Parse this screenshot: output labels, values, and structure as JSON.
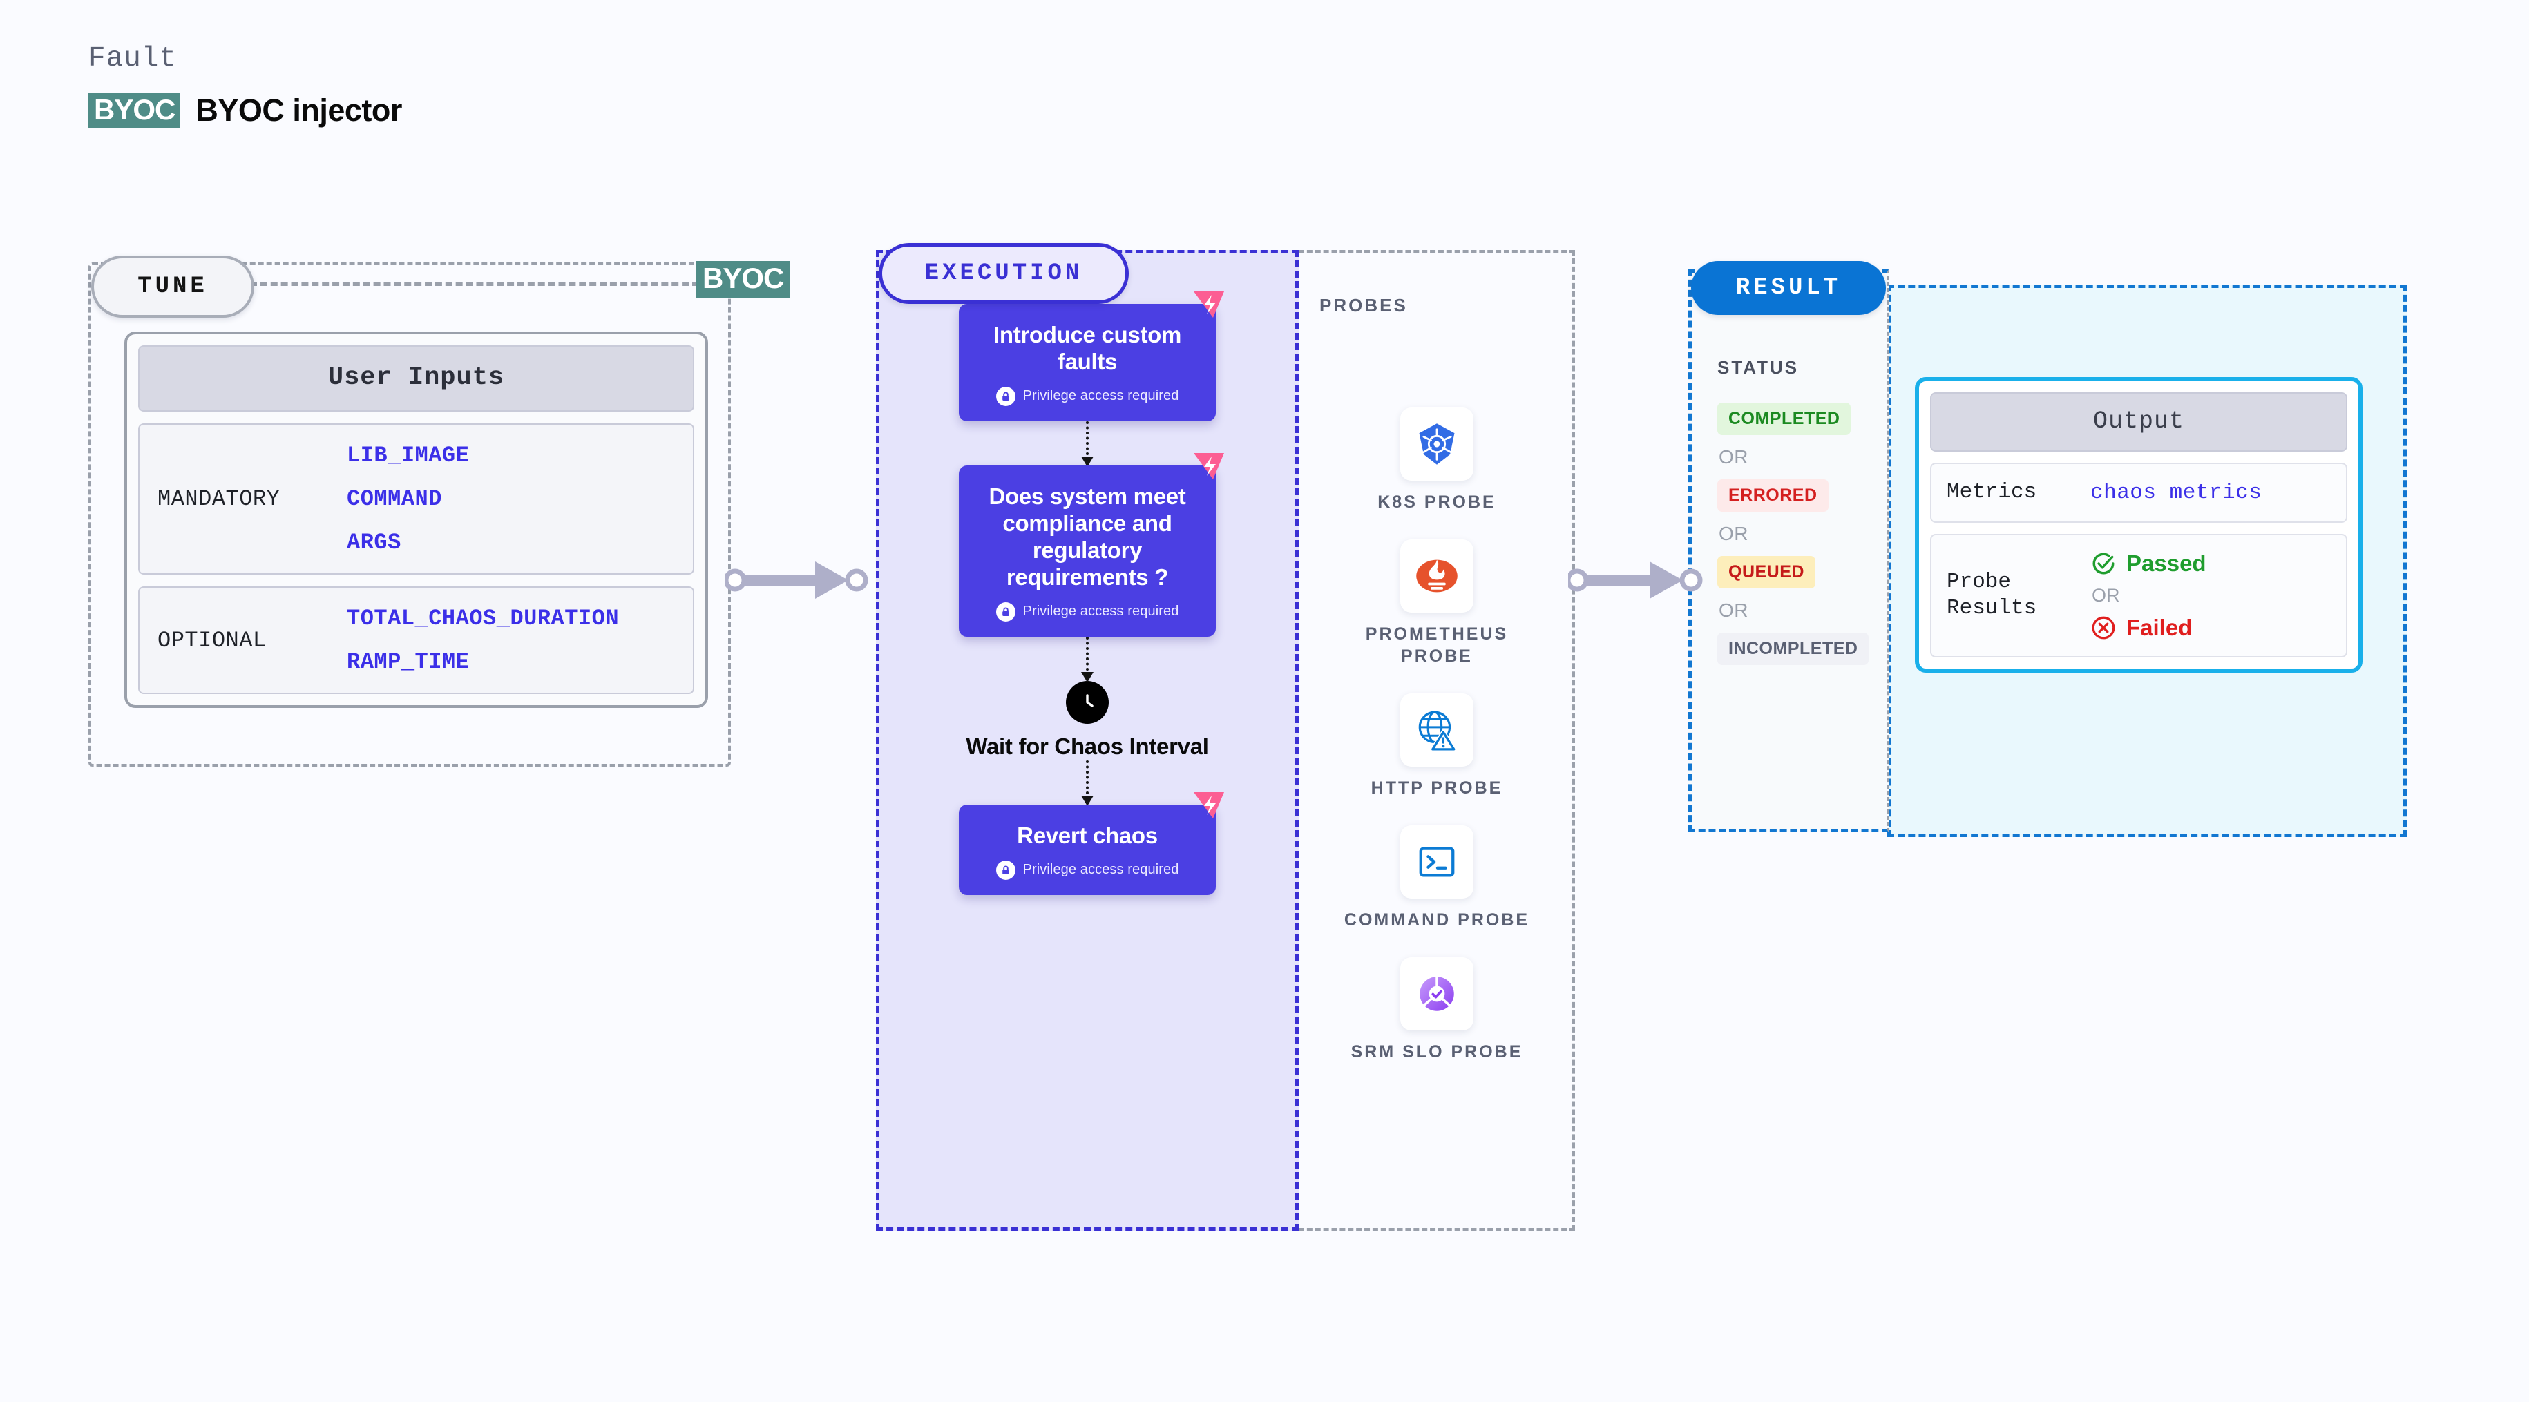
{
  "header": {
    "eyebrow": "Fault",
    "badge": "BYOC",
    "title": "BYOC injector"
  },
  "tune": {
    "pill_label": "TUNE",
    "edge_badge": "BYOC",
    "card_title": "User Inputs",
    "groups": [
      {
        "label": "MANDATORY",
        "vars": [
          "LIB_IMAGE",
          "COMMAND",
          "ARGS"
        ]
      },
      {
        "label": "OPTIONAL",
        "vars": [
          "TOTAL_CHAOS_DURATION",
          "RAMP_TIME"
        ]
      }
    ]
  },
  "execution": {
    "pill_label": "EXECUTION",
    "privilege_note": "Privilege access required",
    "nodes": [
      {
        "title": "Introduce custom faults",
        "type": "task",
        "privileged": true,
        "chaos_badge": true
      },
      {
        "title": "Does system meet compliance and regulatory requirements ?",
        "type": "task",
        "privileged": true,
        "chaos_badge": true
      },
      {
        "title": "Wait for Chaos Interval",
        "type": "wait",
        "privileged": false,
        "chaos_badge": false
      },
      {
        "title": "Revert chaos",
        "type": "task",
        "privileged": true,
        "chaos_badge": true
      }
    ]
  },
  "probes": {
    "title": "PROBES",
    "items": [
      {
        "label": "K8S PROBE",
        "icon": "kubernetes-icon",
        "color": "#326ce5"
      },
      {
        "label": "PROMETHEUS PROBE",
        "icon": "prometheus-icon",
        "color": "#e6522c"
      },
      {
        "label": "HTTP PROBE",
        "icon": "http-globe-icon",
        "color": "#0b7bd4"
      },
      {
        "label": "COMMAND PROBE",
        "icon": "terminal-icon",
        "color": "#0b7bd4"
      },
      {
        "label": "SRM SLO PROBE",
        "icon": "srm-slo-icon",
        "color": "#8b3df0"
      }
    ]
  },
  "result": {
    "pill_label": "RESULT",
    "status_title": "STATUS",
    "or_label": "OR",
    "statuses": [
      {
        "label": "COMPLETED",
        "bg": "#e2f6dd",
        "fg": "#1c8a21"
      },
      {
        "label": "ERRORED",
        "bg": "#fdeaea",
        "fg": "#d42020"
      },
      {
        "label": "QUEUED",
        "bg": "#fdeebb",
        "fg": "#c51a1a"
      },
      {
        "label": "INCOMPLETED",
        "bg": "#f0f1f6",
        "fg": "#5a6073"
      }
    ],
    "output": {
      "card_title": "Output",
      "metrics_label": "Metrics",
      "metrics_value": "chaos metrics",
      "probe_results_label": "Probe Results",
      "passed_label": "Passed",
      "failed_label": "Failed",
      "or_label": "OR"
    }
  },
  "connectors": {
    "tune_to_execution": "arrow-right",
    "execution_to_result": "arrow-right"
  },
  "colors": {
    "canvas": "#fafbff",
    "execution_accent": "#3a30d4",
    "execution_fill": "#e5e4fb",
    "node_fill": "#4b3fe3",
    "result_accent": "#1277d1",
    "result_fill": "#e9f8fd",
    "output_border": "#19b0ea",
    "byoc_badge": "#4f8c87",
    "chaos_badge": "#fc5e93",
    "var_text": "#3b2fe8"
  }
}
